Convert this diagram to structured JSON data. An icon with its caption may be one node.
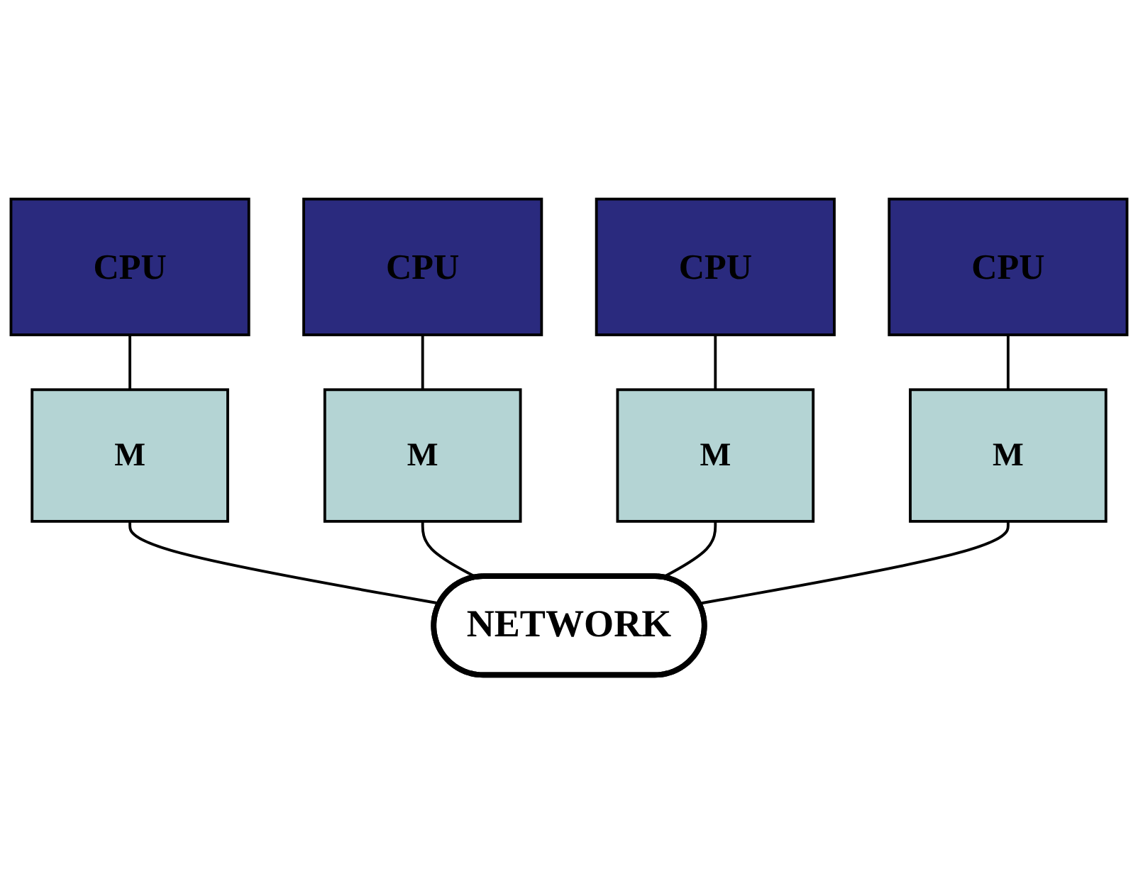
{
  "diagram": {
    "nodes": [
      {
        "text": [
          "CPU"
        ]
      },
      {
        "text": [
          "CPU"
        ]
      },
      {
        "text": [
          "CPU"
        ]
      },
      {
        "text": [
          "CPU"
        ]
      },
      {
        "text": [
          "M"
        ]
      },
      {
        "text": [
          "M"
        ]
      },
      {
        "text": [
          "M"
        ]
      },
      {
        "text": [
          "M"
        ]
      },
      {
        "text": [
          "NETWORK"
        ]
      }
    ],
    "edges": [
      {
        "from": 0,
        "to": 4,
        "arrow": "none"
      },
      {
        "from": 1,
        "to": 5,
        "arrow": "none"
      },
      {
        "from": 2,
        "to": 6,
        "arrow": "none"
      },
      {
        "from": 3,
        "to": 7,
        "arrow": "none"
      },
      {
        "from": 4,
        "to": 8,
        "arrow": "none"
      },
      {
        "from": 5,
        "to": 8,
        "arrow": "none"
      },
      {
        "from": 6,
        "to": 8,
        "arrow": "none"
      },
      {
        "from": 7,
        "to": 8,
        "arrow": "none"
      }
    ]
  }
}
